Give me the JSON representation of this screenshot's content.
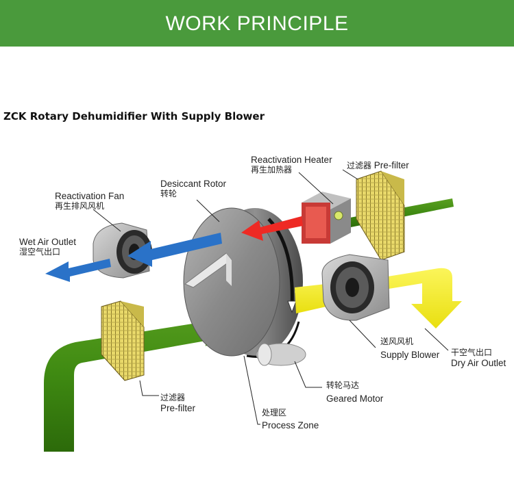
{
  "banner": {
    "title": "WORK PRINCIPLE",
    "color": "#4a9a3c"
  },
  "diagram": {
    "title": "ZCK Rotary Dehumidifier With Supply Blower",
    "labels": {
      "reactivation_heater": {
        "en": "Reactivation Heater",
        "cn": "再生加热器"
      },
      "prefilter_top": {
        "cn": "过滤器",
        "en": "Pre-filter"
      },
      "desiccant_rotor": {
        "en": "Desiccant Rotor",
        "cn": "转轮"
      },
      "reactivation_fan": {
        "en": "Reactivation Fan",
        "cn": "再生排风风机"
      },
      "wet_air_outlet": {
        "en": "Wet Air Outlet",
        "cn": "湿空气出口"
      },
      "supply_blower": {
        "cn": "送风风机",
        "en": "Supply Blower"
      },
      "dry_air_outlet": {
        "cn": "干空气出口",
        "en": "Dry Air Outlet"
      },
      "geared_motor": {
        "cn": "转轮马达",
        "en": "Geared Motor"
      },
      "prefilter_bottom": {
        "cn": "过滤器",
        "en": "Pre-filter"
      },
      "process_zone": {
        "cn": "处理区",
        "en": "Process Zone"
      }
    },
    "colors": {
      "process_air": "#3f8a12",
      "dry_air": "#f2ea1a",
      "heated_air": "#ee2a24",
      "wet_air": "#2a72c8"
    }
  }
}
